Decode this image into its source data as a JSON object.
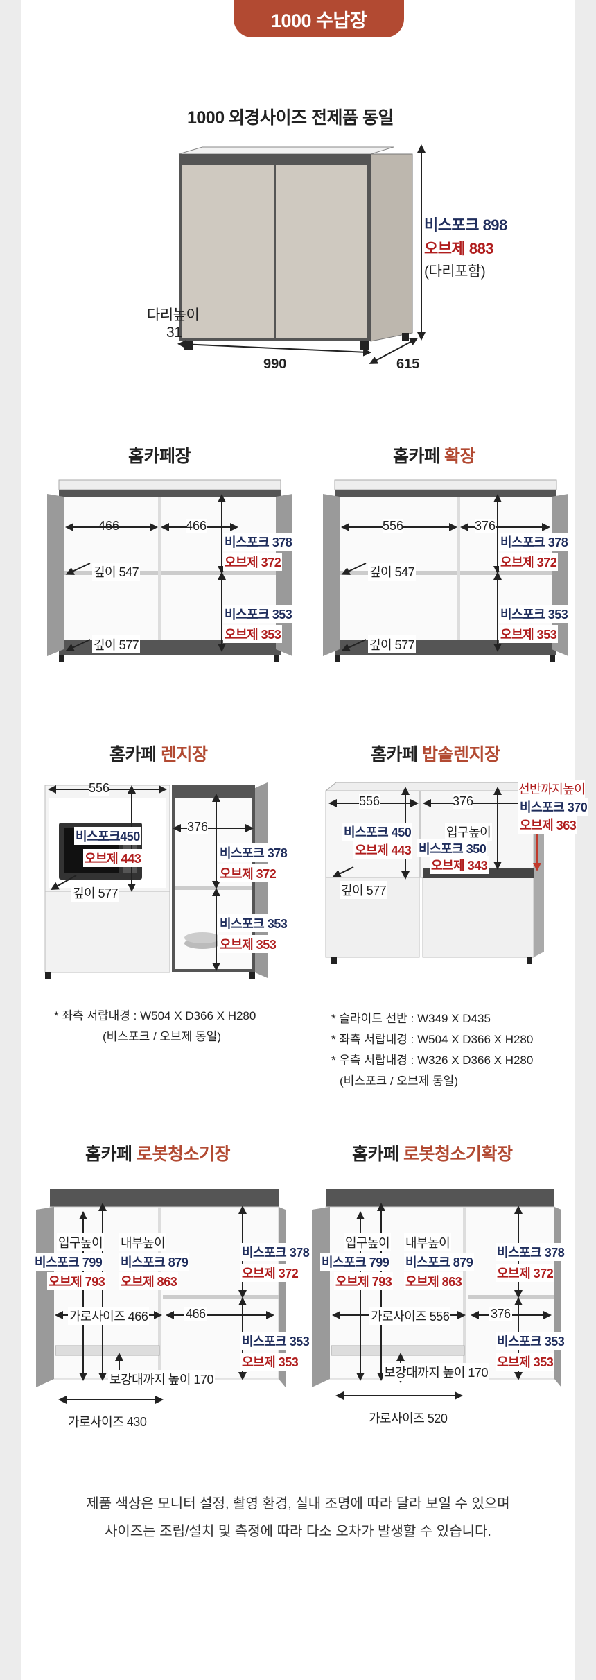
{
  "badge": "1000 수납장",
  "main": {
    "title": "1000 외경사이즈 전제품 동일",
    "height_bisfork": "비스포크 898",
    "height_obje": "오브제 883",
    "height_note": "(다리포함)",
    "leg_label": "다리높이",
    "leg_value": "31",
    "width": "990",
    "depth": "615"
  },
  "p1": {
    "title": "홈카페장",
    "w1": "466",
    "w2": "466",
    "b1": "비스포크 378",
    "o1": "오브제 372",
    "b2": "비스포크 353",
    "o2": "오브제 353",
    "d1": "깊이 547",
    "d2": "깊이 577"
  },
  "p2": {
    "title_a": "홈카페 ",
    "title_b": "확장",
    "w1": "556",
    "w2": "376",
    "b1": "비스포크 378",
    "o1": "오브제 372",
    "b2": "비스포크 353",
    "o2": "오브제 353",
    "d1": "깊이 547",
    "d2": "깊이 577"
  },
  "p3": {
    "title_a": "홈카페 ",
    "title_b": "렌지장",
    "w1": "556",
    "w2": "376",
    "b_in": "비스포크450",
    "o_in": "오브제 443",
    "d1": "깊이 577",
    "b1": "비스포크 378",
    "o1": "오브제 372",
    "b2": "비스포크 353",
    "o2": "오브제 353",
    "notes": [
      "* 좌측 서랍내경 :  W504 X D366 X H280",
      "(비스포크 / 오브제 동일)"
    ]
  },
  "p4": {
    "title_a": "홈카페 ",
    "title_b": "밥솥렌지장",
    "w1": "556",
    "w2": "376",
    "b_in": "비스포크 450",
    "o_in": "오브제 443",
    "entry": "입구높이",
    "b_entry": "비스포크 350",
    "o_entry": "오브제 343",
    "shelf": "선반까지높이",
    "b_shelf": "비스포크 370",
    "o_shelf": "오브제 363",
    "d1": "깊이 577",
    "notes": [
      "* 슬라이드 선반 : W349 X D435",
      "* 좌측 서랍내경 : W504 X D366 X H280",
      "* 우측 서랍내경 : W326 X D366 X H280",
      "(비스포크 / 오브제 동일)"
    ]
  },
  "p5": {
    "title_a": "홈카페 ",
    "title_b": "로봇청소기장",
    "entry": "입구높이",
    "inner": "내부높이",
    "b_entry": "비스포크 799",
    "o_entry": "오브제 793",
    "b_inner": "비스포크 879",
    "o_inner": "오브제 863",
    "b1": "비스포크 378",
    "o1": "오브제 372",
    "b2": "비스포크 353",
    "o2": "오브제 353",
    "horiz": "가로사이즈 466",
    "w2": "466",
    "reinforce": "보강대까지 높이 170",
    "bottom": "가로사이즈 430"
  },
  "p6": {
    "title_a": "홈카페 ",
    "title_b": "로봇청소기확장",
    "entry": "입구높이",
    "inner": "내부높이",
    "b_entry": "비스포크 799",
    "o_entry": "오브제 793",
    "b_inner": "비스포크 879",
    "o_inner": "오브제 863",
    "b1": "비스포크 378",
    "o1": "오브제 372",
    "b2": "비스포크 353",
    "o2": "오브제 353",
    "horiz": "가로사이즈 556",
    "w2": "376",
    "reinforce": "보강대까지 높이 170",
    "bottom": "가로사이즈 520"
  },
  "footer": {
    "line1": "제품 색상은 모니터 설정, 촬영 환경, 실내 조명에 따라 달라 보일 수 있으며",
    "line2": "사이즈는 조립/설치 및 측정에 따라 다소 오차가 발생할 수 있습니다."
  },
  "colors": {
    "accent": "#b24a32",
    "navy": "#1f2d5c",
    "red": "#b01e1e",
    "cabinet": "#cfc9c0",
    "frame": "#4a4a4a"
  }
}
